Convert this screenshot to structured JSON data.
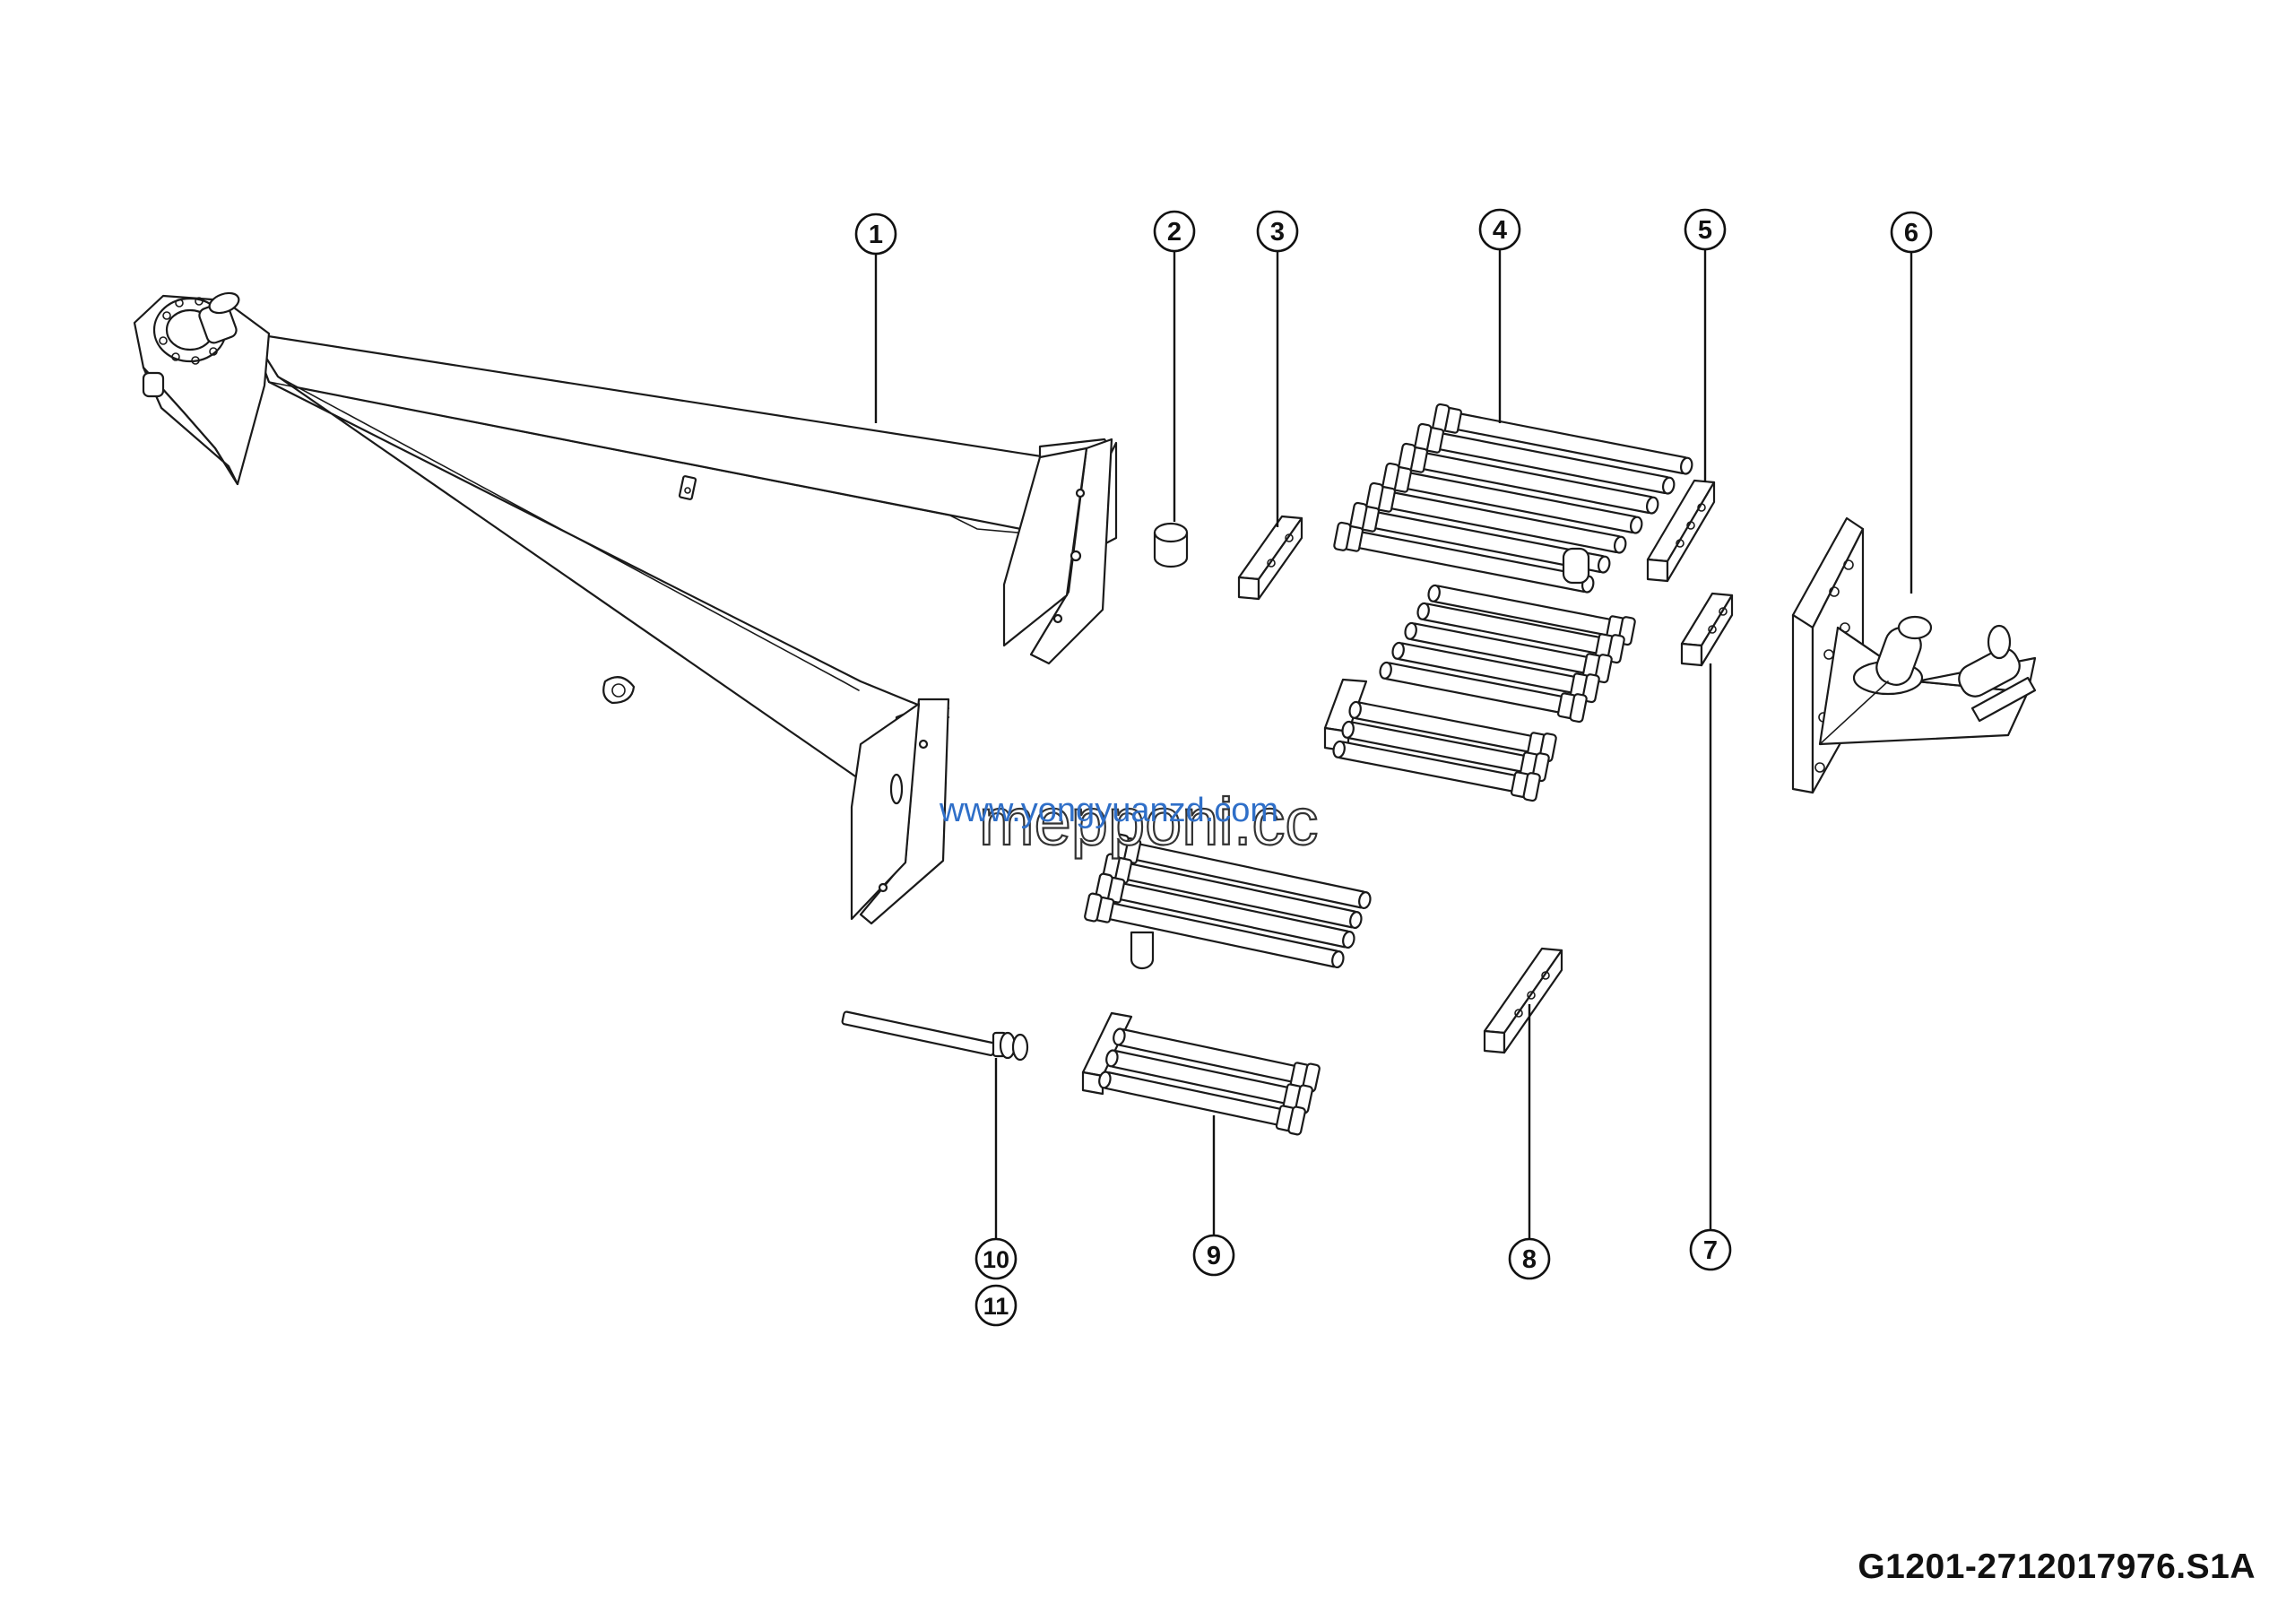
{
  "diagram": {
    "callouts": [
      {
        "id": "1",
        "label": "1"
      },
      {
        "id": "2",
        "label": "2"
      },
      {
        "id": "3",
        "label": "3"
      },
      {
        "id": "4",
        "label": "4"
      },
      {
        "id": "5",
        "label": "5"
      },
      {
        "id": "6",
        "label": "6"
      },
      {
        "id": "7",
        "label": "7"
      },
      {
        "id": "8",
        "label": "8"
      },
      {
        "id": "9",
        "label": "9"
      },
      {
        "id": "10",
        "label": "10"
      },
      {
        "id": "11",
        "label": "11"
      }
    ],
    "watermark_url": "www.yongyuanzd.com",
    "watermark_brand": "mepponi.cc",
    "drawing_code": "G1201-2712017976.S1A"
  }
}
